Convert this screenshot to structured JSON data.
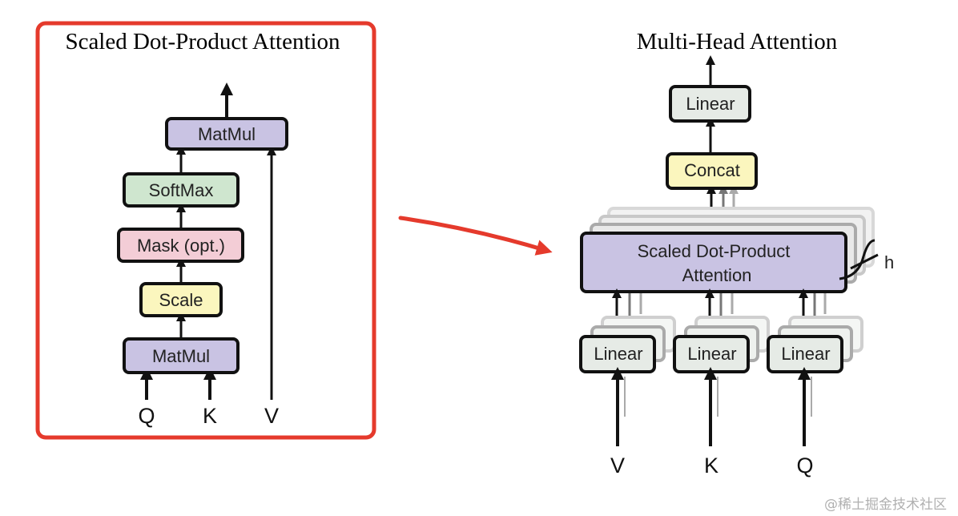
{
  "left_panel": {
    "title": "Scaled Dot-Product Attention",
    "boxes": {
      "matmul_top": "MatMul",
      "softmax": "SoftMax",
      "mask": "Mask (opt.)",
      "scale": "Scale",
      "matmul_bottom": "MatMul"
    },
    "inputs": {
      "q": "Q",
      "k": "K",
      "v": "V"
    }
  },
  "right_panel": {
    "title": "Multi-Head Attention",
    "boxes": {
      "linear_top": "Linear",
      "concat": "Concat",
      "attention_line1": "Scaled Dot-Product",
      "attention_line2": "Attention",
      "linear_v": "Linear",
      "linear_k": "Linear",
      "linear_q": "Linear"
    },
    "heads_label": "h",
    "inputs": {
      "v": "V",
      "k": "K",
      "q": "Q"
    }
  },
  "colors": {
    "highlight_border": "#e53a2c",
    "matmul": "#c9c3e3",
    "softmax": "#cfe6cf",
    "mask": "#f3cdd6",
    "scale": "#fbf6be",
    "linear": "#e6ebe6",
    "concat": "#fbf6be"
  },
  "watermark": "@稀土掘金技术社区"
}
